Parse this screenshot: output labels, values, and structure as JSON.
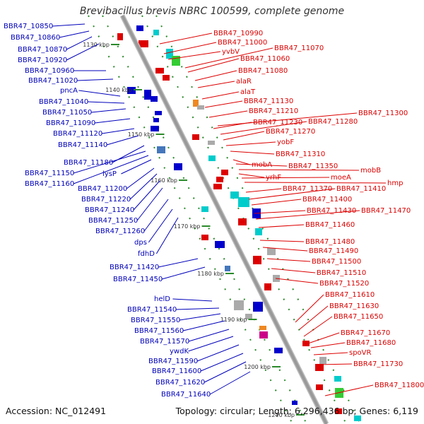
{
  "title": "Brevibacillus brevis NBRC 100599, complete genome",
  "footer": {
    "accession": "Accession: NC_012491",
    "summary": "Topology: circular; Length: 6,296,436 bp; Genes: 6,119"
  },
  "colors": {
    "forward_label": "#dd0000",
    "reverse_label": "#0000bb",
    "backbone": "#999999",
    "tick": "#2a8a2a"
  },
  "kbp_ticks": [
    "1130 kbp",
    "1140 kbp",
    "1150 kbp",
    "1160 kbp",
    "1170 kbp",
    "1180 kbp",
    "1190 kbp",
    "1200 kbp",
    "1210 kbp"
  ],
  "left_labels": [
    "BBR47_10850",
    "BBR47_10860",
    "BBR47_10870",
    "BBR47_10920",
    "BBR47_10960",
    "BBR47_11020",
    "pncA",
    "BBR47_11040",
    "BBR47_11050",
    "BBR47_11090",
    "BBR47_11120",
    "BBR47_11140",
    "BBR47_11180",
    "BBR47_11150",
    "lysP",
    "BBR47_11160",
    "BBR47_11200",
    "BBR47_11220",
    "BBR47_11240",
    "BBR47_11250",
    "BBR47_11260",
    "dps",
    "fdhD",
    "BBR47_11420",
    "BBR47_11450",
    "helD",
    "BBR47_11540",
    "BBR47_11550",
    "BBR47_11560",
    "BBR47_11570",
    "ywdK",
    "BBR47_11590",
    "BBR47_11600",
    "BBR47_11620",
    "BBR47_11640"
  ],
  "right_labels": [
    "BBR47_10990",
    "BBR47_11000",
    "yvbV",
    "BBR47_11070",
    "BBR47_11060",
    "BBR47_11080",
    "alaR",
    "alaT",
    "BBR47_11130",
    "BBR47_11210",
    "BBR47_11300",
    "BBR47_11230",
    "BBR47_11280",
    "BBR47_11270",
    "yobF",
    "BBR47_11310",
    "mobA",
    "BBR47_11350",
    "mobB",
    "yrhF",
    "moeA",
    "hmp",
    "BBR47_11370",
    "BBR47_11410",
    "BBR47_11400",
    "BBR47_11430",
    "BBR47_11470",
    "BBR47_11460",
    "BBR47_11480",
    "BBR47_11490",
    "BBR47_11500",
    "BBR47_11510",
    "BBR47_11520",
    "BBR47_11610",
    "BBR47_11630",
    "BBR47_11650",
    "BBR47_11670",
    "BBR47_11680",
    "spoVR",
    "BBR47_11730",
    "BBR47_11800"
  ]
}
